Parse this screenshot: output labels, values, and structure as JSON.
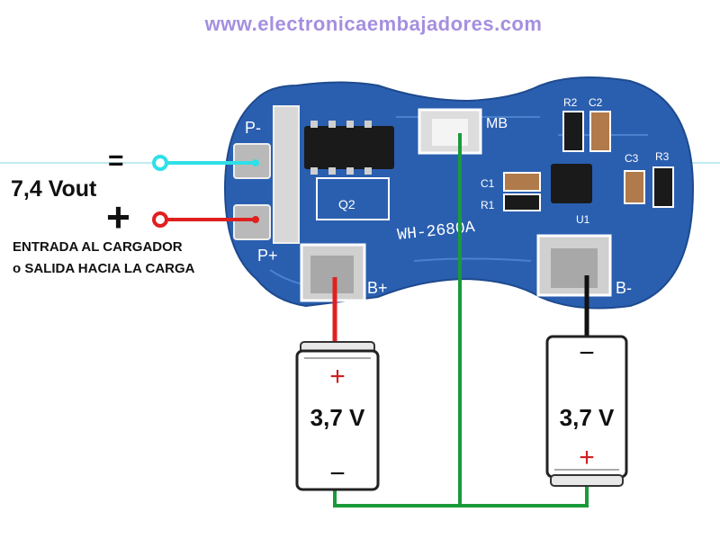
{
  "website": "www.electronicaembajadores.com",
  "output_voltage": "7,4 Vout",
  "caption_line1": "ENTRADA AL CARGADOR",
  "caption_line2": "o SALIDA HACIA LA CARGA",
  "minus_sign": "=",
  "plus_sign": "+",
  "board": {
    "model": "WH-2680A",
    "pad_p_minus": "P-",
    "pad_p_plus": "P+",
    "pad_b_plus": "B+",
    "pad_b_minus": "B-",
    "pad_mb": "MB",
    "q2": "Q2",
    "u1": "U1",
    "r1": "R1",
    "c1": "C1",
    "r2": "R2",
    "c2": "C2",
    "c3": "C3",
    "r3": "R3"
  },
  "battery_left": {
    "voltage": "3,7 V",
    "top_sign": "+",
    "bottom_sign": "−"
  },
  "battery_right": {
    "voltage": "3,7 V",
    "top_sign": "−",
    "bottom_sign": "+"
  },
  "colors": {
    "board": "#2a5fb0",
    "wire_negative": "#2ee0e8",
    "wire_positive": "#e02020",
    "wire_battery_plus": "#e02020",
    "wire_battery_minus": "#111111",
    "wire_middle": "#1a9a3a",
    "website": "#a58fe0"
  }
}
